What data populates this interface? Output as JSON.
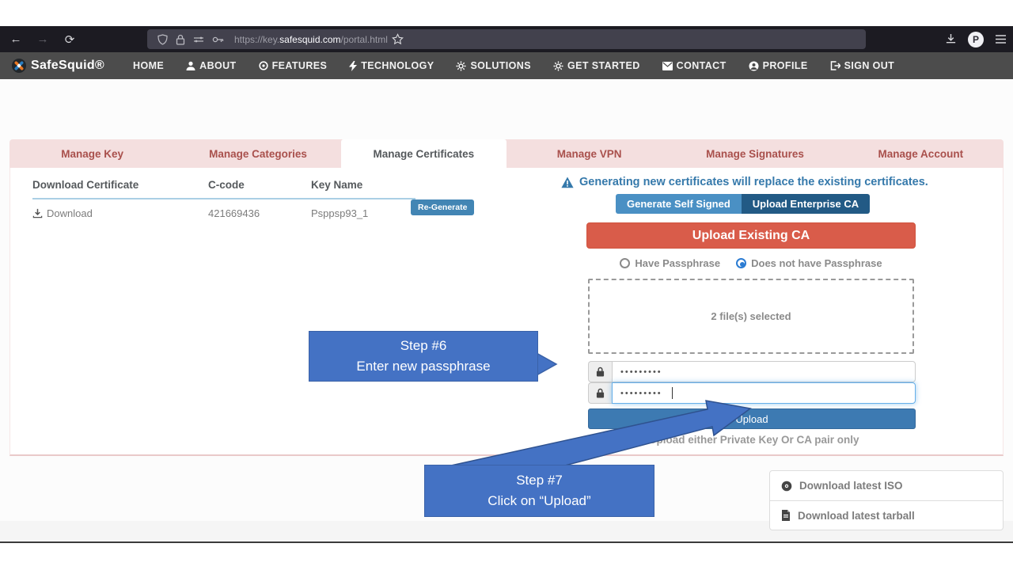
{
  "browser": {
    "url": {
      "prefix": "https://key.",
      "domain": "safesquid.com",
      "path": "/portal.html"
    },
    "profile_letter": "P"
  },
  "nav": {
    "brand": "SafeSquid®",
    "items": [
      {
        "label": "HOME",
        "icon": "none"
      },
      {
        "label": "ABOUT",
        "icon": "person-icon"
      },
      {
        "label": "FEATURES",
        "icon": "target-icon"
      },
      {
        "label": "TECHNOLOGY",
        "icon": "bolt-icon"
      },
      {
        "label": "SOLUTIONS",
        "icon": "gears-icon"
      },
      {
        "label": "GET STARTED",
        "icon": "gears-icon"
      },
      {
        "label": "CONTACT",
        "icon": "envelope-icon"
      },
      {
        "label": "PROFILE",
        "icon": "user-circle-icon"
      },
      {
        "label": "SIGN OUT",
        "icon": "sign-out-icon"
      }
    ]
  },
  "tabs": [
    {
      "label": "Manage Key",
      "active": false
    },
    {
      "label": "Manage Categories",
      "active": false
    },
    {
      "label": "Manage Certificates",
      "active": true
    },
    {
      "label": "Manage VPN",
      "active": false
    },
    {
      "label": "Manage Signatures",
      "active": false
    },
    {
      "label": "Manage Account",
      "active": false
    }
  ],
  "table": {
    "headers": [
      "Download Certificate",
      "C-code",
      "Key Name"
    ],
    "row": {
      "download_label": "Download",
      "c_code": "421669436",
      "key_name": "Psppsp93_1",
      "action_label": "Re-Generate"
    }
  },
  "cert_panel": {
    "warning": "Generating new certificates will replace the existing certificates.",
    "toggle": [
      "Generate Self Signed",
      "Upload Enterprise CA"
    ],
    "upload_existing_label": "Upload Existing CA",
    "radios": [
      {
        "label": "Have Passphrase",
        "checked": false
      },
      {
        "label": "Does not have Passphrase",
        "checked": true
      }
    ],
    "dropzone_text": "2 file(s) selected",
    "passphrase_mask": "•••••••••",
    "upload_label": "Upload",
    "note": "*Upload either Private Key Or CA pair only"
  },
  "callouts": [
    {
      "line1": "Step #6",
      "line2": "Enter new passphrase"
    },
    {
      "line1": "Step #7",
      "line2": "Click on “Upload”"
    }
  ],
  "downloads": [
    {
      "label": "Download latest ISO",
      "icon": "disc-icon"
    },
    {
      "label": "Download latest tarball",
      "icon": "file-icon"
    }
  ],
  "colors": {
    "callout_blue": "#4472c4",
    "brick_red": "#a9504c",
    "tab_pink": "#f4dfdf",
    "danger_button": "#d95c4a",
    "primary_button": "#3d7ab2",
    "toggle_light": "#4a90c4",
    "toggle_dark": "#225a85",
    "warning_blue": "#3579ab",
    "chrome_dark": "#1c1b22",
    "nav_gray": "#4c4c4c"
  }
}
